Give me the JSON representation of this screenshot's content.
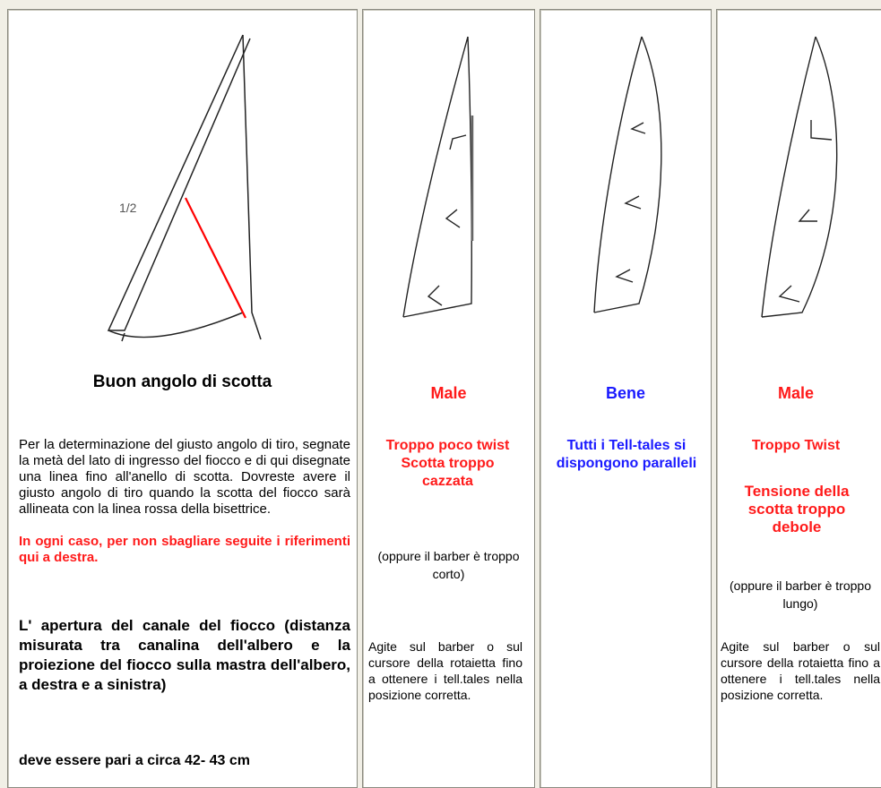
{
  "panels": {
    "intro": {
      "diagram_label": "1/2",
      "title": "Buon angolo di scotta",
      "body": "Per la determinazione del giusto angolo di tiro, segnate la metà del lato di ingresso del fiocco e di qui disegnate una linea fino all'anello di scotta. Dovreste avere il giusto angolo di tiro quando la scotta del fiocco sarà allineata con la linea rossa della bisettrice.",
      "warning": "In ogni caso, per non sbagliare seguite i riferimenti qui a destra.",
      "canal": "L' apertura del canale del fiocco (distanza misurata tra canalina dell'albero e la proiezione del fiocco sulla mastra dell'albero, a destra e a sinistra)",
      "measure": "deve essere pari a circa 42- 43 cm"
    },
    "too_little_twist": {
      "status": "Male",
      "detail": "Troppo poco twist Scotta troppo cazzata",
      "note": "(oppure il barber è troppo corto)",
      "advice": "Agite sul barber o sul cursore della rotaietta fino a ottenere i tell.tales nella posizione corretta."
    },
    "good": {
      "status": "Bene",
      "detail": "Tutti i Tell-tales si dispongono paralleli"
    },
    "too_much_twist": {
      "status": "Male",
      "detail": "Troppo Twist",
      "detail2": "Tensione della scotta troppo debole",
      "note": "(oppure il barber è troppo lungo)",
      "advice": "Agite sul barber o sul cursore della rotaietta fino a ottenere i tell.tales nella posizione corretta."
    }
  },
  "colors": {
    "bad": "#ff1a1a",
    "good": "#1a1aff",
    "bisector": "#ff0000"
  }
}
